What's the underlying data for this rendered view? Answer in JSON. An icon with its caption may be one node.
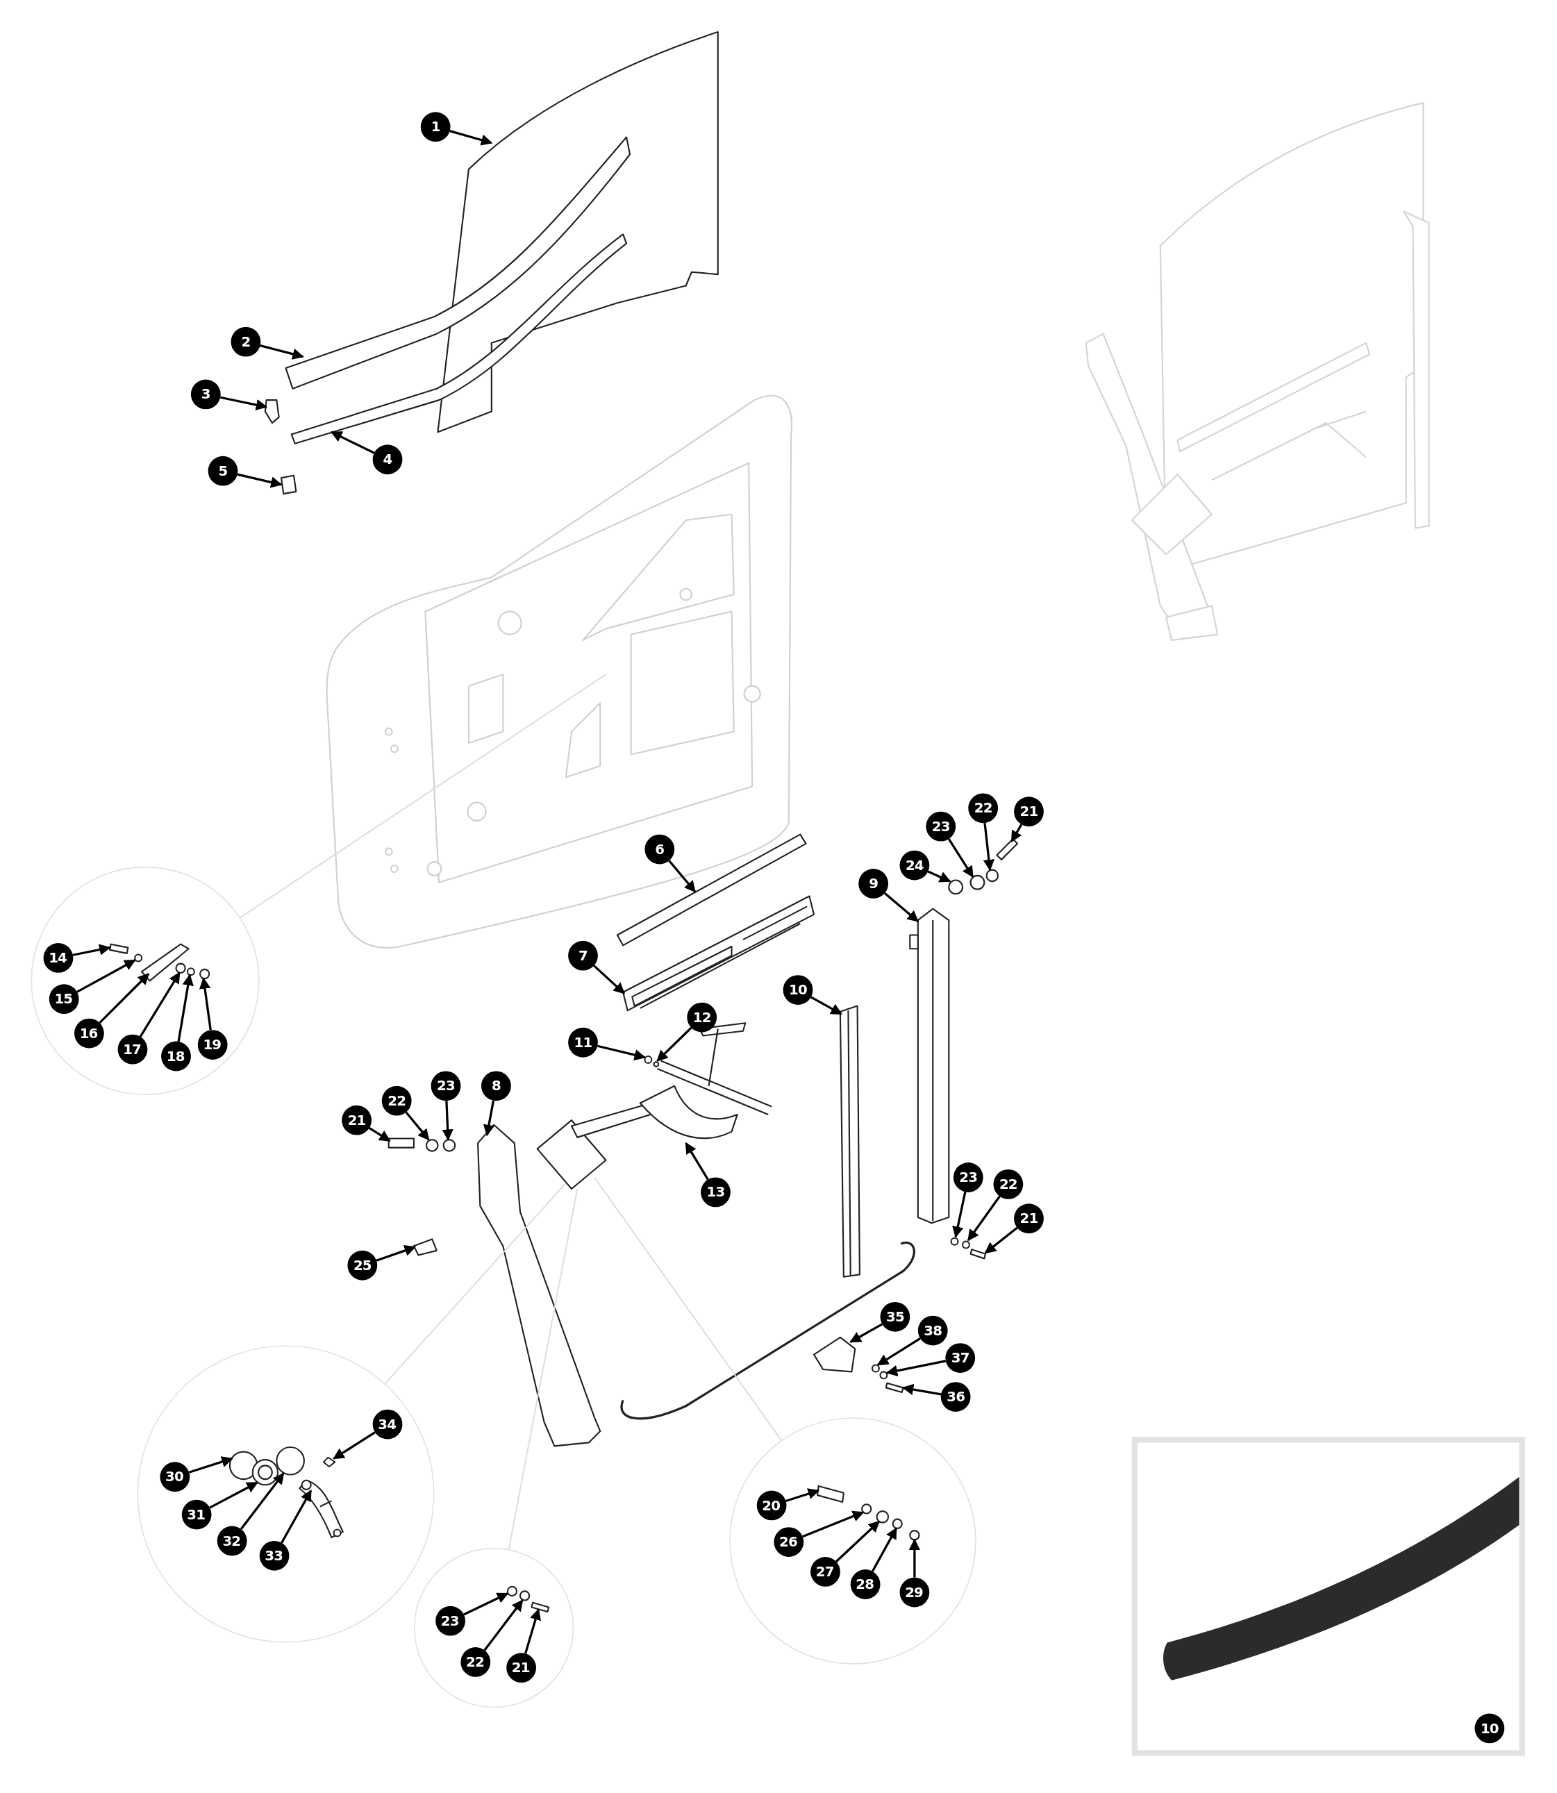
{
  "diagram": {
    "nodes": [
      {
        "text": [
          "1"
        ]
      },
      {
        "text": [
          "2"
        ]
      },
      {
        "text": [
          "3"
        ]
      },
      {
        "text": [
          "4"
        ]
      },
      {
        "text": [
          "5"
        ]
      },
      {
        "text": [],
        "shape": "circle"
      },
      {
        "text": [
          "14"
        ],
        "in": 5
      },
      {
        "text": [
          "15"
        ],
        "in": 5
      },
      {
        "text": [
          "16"
        ],
        "in": 5
      },
      {
        "text": [
          "17"
        ],
        "in": 5
      },
      {
        "text": [
          "18"
        ],
        "in": 5
      },
      {
        "text": [
          "19"
        ],
        "in": 5
      },
      {
        "text": [
          "21"
        ]
      },
      {
        "text": [
          "22"
        ]
      },
      {
        "text": [
          "23"
        ]
      },
      {
        "text": [
          "24"
        ]
      },
      {
        "text": [
          "6"
        ]
      },
      {
        "text": [
          "9"
        ]
      },
      {
        "text": [
          "7"
        ]
      },
      {
        "text": [
          "10"
        ]
      },
      {
        "text": [
          "11"
        ]
      },
      {
        "text": [
          "12"
        ]
      },
      {
        "text": [
          "8"
        ]
      },
      {
        "text": [
          "23"
        ]
      },
      {
        "text": [
          "22"
        ]
      },
      {
        "text": [
          "21"
        ]
      },
      {
        "text": [
          "13"
        ]
      },
      {
        "text": [
          "23"
        ]
      },
      {
        "text": [
          "22"
        ]
      },
      {
        "text": [
          "21"
        ]
      },
      {
        "text": [
          "25"
        ]
      },
      {
        "text": [
          "35"
        ]
      },
      {
        "text": [
          "38"
        ]
      },
      {
        "text": [
          "37"
        ]
      },
      {
        "text": [
          "36"
        ]
      },
      {
        "text": [],
        "shape": "circle"
      },
      {
        "text": [
          "34"
        ],
        "in": 35
      },
      {
        "text": [
          "30"
        ],
        "in": 35
      },
      {
        "text": [
          "31"
        ],
        "in": 35
      },
      {
        "text": [
          "32"
        ],
        "in": 35
      },
      {
        "text": [
          "33"
        ],
        "in": 35
      },
      {
        "text": [],
        "shape": "circle"
      },
      {
        "text": [
          "20"
        ],
        "in": 41
      },
      {
        "text": [
          "26"
        ],
        "in": 41
      },
      {
        "text": [
          "27"
        ],
        "in": 41
      },
      {
        "text": [
          "28"
        ],
        "in": 41
      },
      {
        "text": [
          "29"
        ],
        "in": 41
      },
      {
        "text": [],
        "shape": "circle"
      },
      {
        "text": [
          "23"
        ],
        "in": 47
      },
      {
        "text": [
          "22"
        ],
        "in": 47
      },
      {
        "text": [
          "21"
        ],
        "in": 47
      },
      {
        "text": [],
        "shape": "picture"
      },
      {
        "text": [
          "10"
        ],
        "in": 51
      },
      {
        "text": [],
        "shape": "picture"
      },
      {
        "text": [],
        "shape": "picture"
      },
      {
        "text": [],
        "shape": "box"
      },
      {
        "text": [],
        "shape": "picture"
      },
      {
        "text": [],
        "shape": "box"
      },
      {
        "text": [],
        "shape": "box",
        "in": 5
      },
      {
        "text": [],
        "shape": "circle",
        "in": 5
      },
      {
        "text": [],
        "shape": "box",
        "in": 5
      },
      {
        "text": [],
        "shape": "circle",
        "in": 5
      },
      {
        "text": [],
        "shape": "circle",
        "in": 5
      },
      {
        "text": [],
        "shape": "circle",
        "in": 5
      },
      {
        "text": [],
        "shape": "box"
      },
      {
        "text": [],
        "shape": "circle"
      },
      {
        "text": [],
        "shape": "circle"
      },
      {
        "text": [],
        "shape": "circle"
      },
      {
        "text": [],
        "shape": "box"
      },
      {
        "text": [],
        "shape": "picture"
      },
      {
        "text": [],
        "shape": "picture"
      },
      {
        "text": [],
        "shape": "picture"
      },
      {
        "text": [],
        "shape": "circle"
      },
      {
        "text": [],
        "shape": "circle"
      },
      {
        "text": [],
        "shape": "picture"
      },
      {
        "text": [],
        "shape": "circle"
      },
      {
        "text": [],
        "shape": "circle"
      },
      {
        "text": [],
        "shape": "box"
      },
      {
        "text": [],
        "shape": "picture"
      },
      {
        "text": [],
        "shape": "circle"
      },
      {
        "text": [],
        "shape": "circle"
      },
      {
        "text": [],
        "shape": "box"
      },
      {
        "text": [],
        "shape": "box"
      },
      {
        "text": [],
        "shape": "box"
      },
      {
        "text": [],
        "shape": "circle"
      },
      {
        "text": [],
        "shape": "circle"
      },
      {
        "text": [],
        "shape": "box"
      },
      {
        "text": [],
        "shape": "diamond",
        "in": 35
      },
      {
        "text": [],
        "shape": "circle",
        "in": 35
      },
      {
        "text": [],
        "shape": "circle",
        "in": 35
      },
      {
        "text": [],
        "shape": "circle",
        "in": 35
      },
      {
        "text": [],
        "shape": "picture",
        "in": 35
      },
      {
        "text": [],
        "shape": "box",
        "in": 41
      },
      {
        "text": [],
        "shape": "circle",
        "in": 41
      },
      {
        "text": [],
        "shape": "circle",
        "in": 41
      },
      {
        "text": [],
        "shape": "circle",
        "in": 41
      },
      {
        "text": [],
        "shape": "circle",
        "in": 41
      },
      {
        "text": [],
        "shape": "circle",
        "in": 47
      },
      {
        "text": [],
        "shape": "circle",
        "in": 47
      },
      {
        "text": [],
        "shape": "box",
        "in": 47
      }
    ],
    "edges": [
      {
        "from": 0,
        "to": 53,
        "arrow": "to"
      },
      {
        "from": 1,
        "to": 54,
        "arrow": "to"
      },
      {
        "from": 2,
        "to": 55,
        "arrow": "to"
      },
      {
        "from": 3,
        "to": 56,
        "arrow": "to"
      },
      {
        "from": 4,
        "to": 57,
        "arrow": "to"
      },
      {
        "from": 5,
        "to": null,
        "arrow": "none",
        "color": "#dddddd"
      },
      {
        "from": 6,
        "to": 58,
        "arrow": "to"
      },
      {
        "from": 7,
        "to": 59,
        "arrow": "to"
      },
      {
        "from": 8,
        "to": 60,
        "arrow": "to"
      },
      {
        "from": 9,
        "to": 61,
        "arrow": "to"
      },
      {
        "from": 10,
        "to": 62,
        "arrow": "to"
      },
      {
        "from": 11,
        "to": 63,
        "arrow": "to"
      },
      {
        "from": 12,
        "to": 64,
        "arrow": "to"
      },
      {
        "from": 13,
        "to": 65,
        "arrow": "to"
      },
      {
        "from": 14,
        "to": 66,
        "arrow": "to"
      },
      {
        "from": 15,
        "to": 67,
        "arrow": "to"
      },
      {
        "from": 16,
        "to": 68,
        "arrow": "to"
      },
      {
        "from": 17,
        "to": 69,
        "arrow": "to"
      },
      {
        "from": 18,
        "to": 70,
        "arrow": "to"
      },
      {
        "from": 19,
        "to": 71,
        "arrow": "to"
      },
      {
        "from": 20,
        "to": 72,
        "arrow": "to"
      },
      {
        "from": 21,
        "to": 73,
        "arrow": "to"
      },
      {
        "from": 22,
        "to": 74,
        "arrow": "to"
      },
      {
        "from": 23,
        "to": 75,
        "arrow": "to"
      },
      {
        "from": 24,
        "to": 76,
        "arrow": "to"
      },
      {
        "from": 25,
        "to": 77,
        "arrow": "to"
      },
      {
        "from": 26,
        "to": 78,
        "arrow": "to"
      },
      {
        "from": 27,
        "to": 79,
        "arrow": "to"
      },
      {
        "from": 28,
        "to": 80,
        "arrow": "to"
      },
      {
        "from": 29,
        "to": 81,
        "arrow": "to"
      },
      {
        "from": 30,
        "to": 82,
        "arrow": "to"
      },
      {
        "from": 31,
        "to": 83,
        "arrow": "to"
      },
      {
        "from": 32,
        "to": 84,
        "arrow": "to"
      },
      {
        "from": 33,
        "to": 85,
        "arrow": "to"
      },
      {
        "from": 34,
        "to": 86,
        "arrow": "to"
      },
      {
        "from": 35,
        "to": 78,
        "arrow": "none",
        "color": "#dddddd"
      },
      {
        "from": 36,
        "to": 87,
        "arrow": "to"
      },
      {
        "from": 37,
        "to": 88,
        "arrow": "to"
      },
      {
        "from": 38,
        "to": 89,
        "arrow": "to"
      },
      {
        "from": 39,
        "to": 90,
        "arrow": "to"
      },
      {
        "from": 40,
        "to": 91,
        "arrow": "to"
      },
      {
        "from": 41,
        "to": 78,
        "arrow": "none",
        "color": "#dddddd"
      },
      {
        "from": 42,
        "to": 92,
        "arrow": "to"
      },
      {
        "from": 43,
        "to": 93,
        "arrow": "to"
      },
      {
        "from": 44,
        "to": 94,
        "arrow": "to"
      },
      {
        "from": 45,
        "to": 95,
        "arrow": "to"
      },
      {
        "from": 46,
        "to": 96,
        "arrow": "to"
      },
      {
        "from": 47,
        "to": 78,
        "arrow": "none",
        "color": "#dddddd"
      },
      {
        "from": 48,
        "to": 97,
        "arrow": "to"
      },
      {
        "from": 49,
        "to": 98,
        "arrow": "to"
      },
      {
        "from": 50,
        "to": 99,
        "arrow": "to"
      }
    ]
  }
}
